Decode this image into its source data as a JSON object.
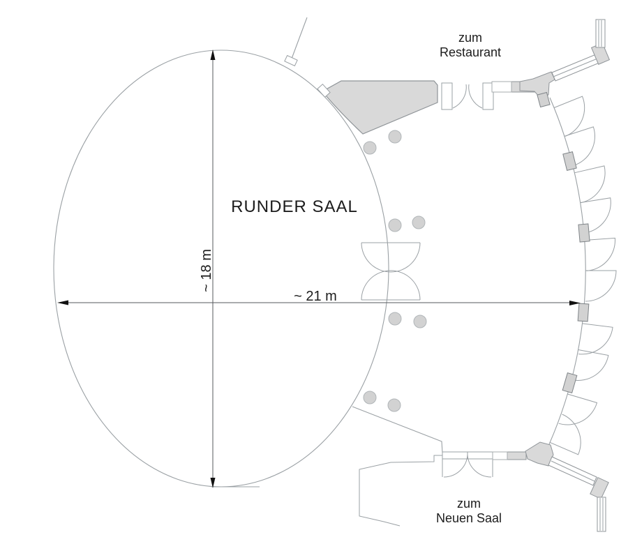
{
  "page": {
    "kind": "architectural floor plan",
    "background": "#ffffff"
  },
  "labels": {
    "hall_name": "RUNDER SAAL",
    "dim_vertical": "~ 18 m",
    "dim_horizontal": "~ 21 m",
    "exit_top": {
      "line1": "zum",
      "line2": "Restaurant"
    },
    "exit_bottom": {
      "line1": "zum",
      "line2": "Neuen Saal"
    }
  },
  "colors": {
    "wall_fill": "#d9d9d9",
    "wall_outline": "#8f9498",
    "thin_line": "#9aa0a4",
    "column_fill": "#d2d2d2",
    "column_outline": "#b0b5b8",
    "dimension_line": "#55595c",
    "arrow": "#111111",
    "text": "#1c1c1c"
  }
}
